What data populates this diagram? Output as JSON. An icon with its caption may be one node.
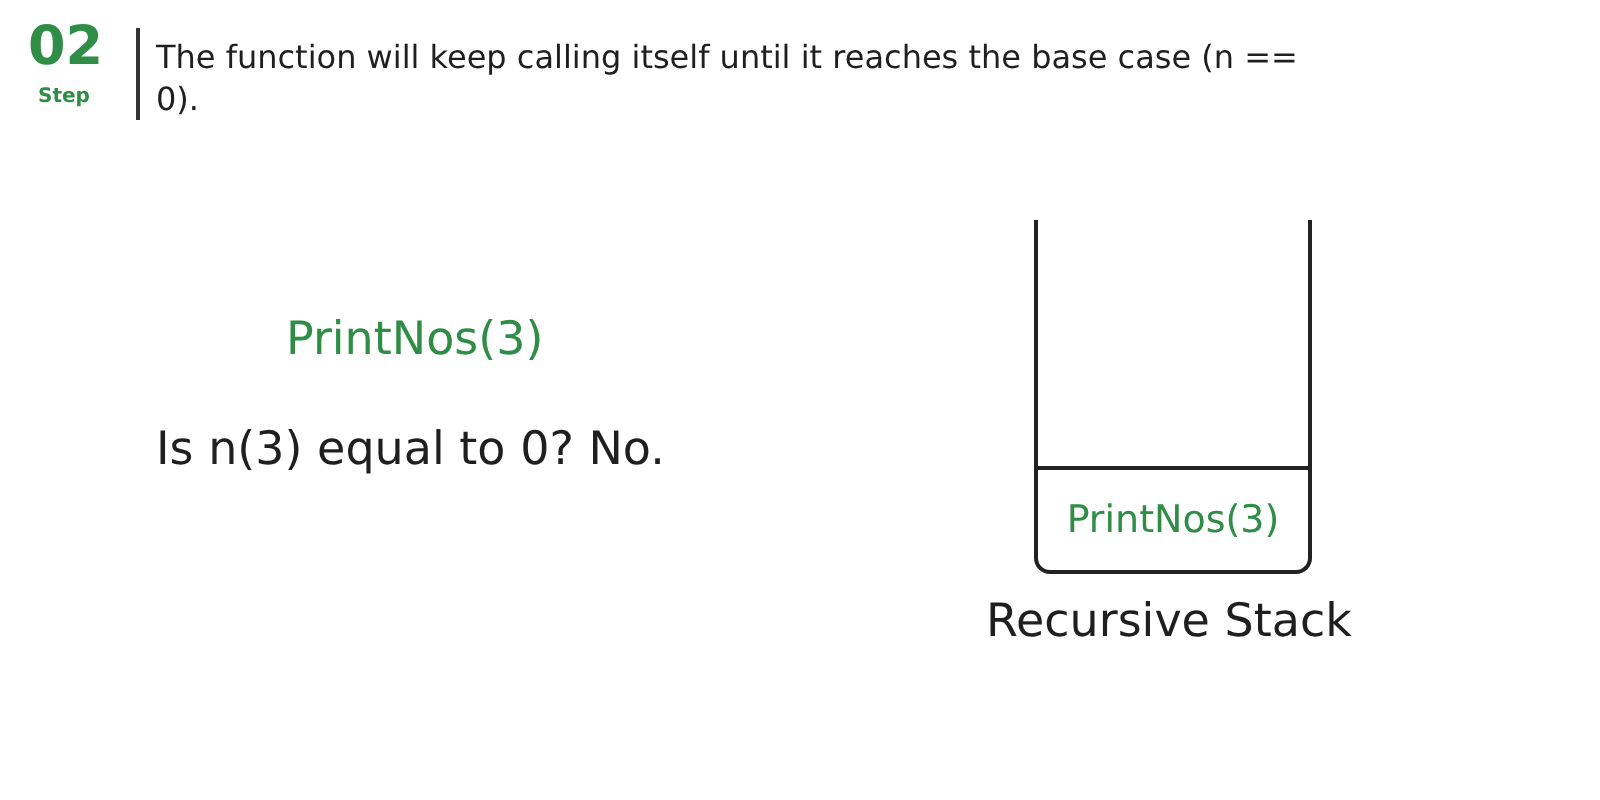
{
  "diagram": {
    "nodes": [
      {
        "text": [],
        "shape": "box",
        "beside": [
          "Recursive Stack"
        ]
      },
      {
        "text": [
          "PrintNos(3)"
        ],
        "in": 0
      }
    ],
    "edges": [],
    "labels": [
      "02",
      "Step",
      "The function will keep calling itself until it reaches the base case (n == 0).",
      "PrintNos(3)",
      "Is n(3) equal to 0? No."
    ]
  }
}
